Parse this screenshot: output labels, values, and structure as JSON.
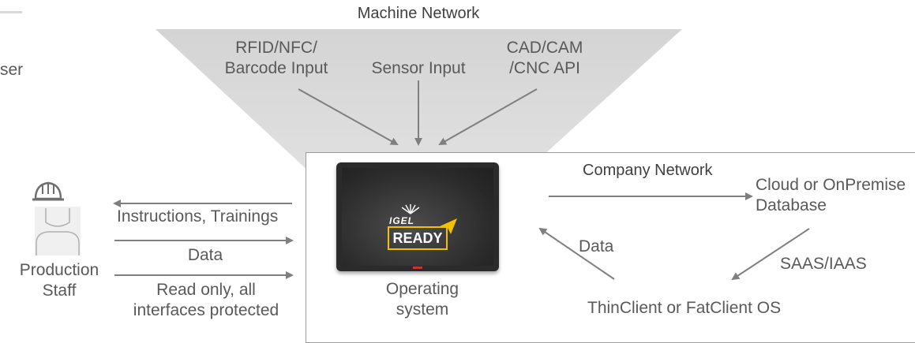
{
  "partial_label": "ser",
  "machine_network": {
    "title": "Machine Network",
    "inputs": [
      {
        "line1": "RFID/NFC/",
        "line2": "Barcode Input"
      },
      {
        "line1": "",
        "line2": "Sensor Input"
      },
      {
        "line1": "CAD/CAM",
        "line2": "/CNC API"
      }
    ]
  },
  "company_network": {
    "title": "Company Network",
    "cloud": {
      "line1": "Cloud or OnPremise",
      "line2": "Database"
    },
    "saas": "SAAS/IAAS",
    "data_label": "Data",
    "client_os": "ThinClient or FatClient OS"
  },
  "device": {
    "logo_small": "IGEL",
    "logo_main": "READY",
    "caption_line1": "Operating",
    "caption_line2": "system",
    "accent_color": "#f2c200"
  },
  "staff": {
    "icon": "worker-icon",
    "name_line1": "Production",
    "name_line2": "Staff",
    "arrows": [
      {
        "label": "Instructions, Trainings"
      },
      {
        "label": "Data"
      },
      {
        "label_line1": "Read only, all",
        "label_line2": "interfaces protected"
      }
    ]
  }
}
